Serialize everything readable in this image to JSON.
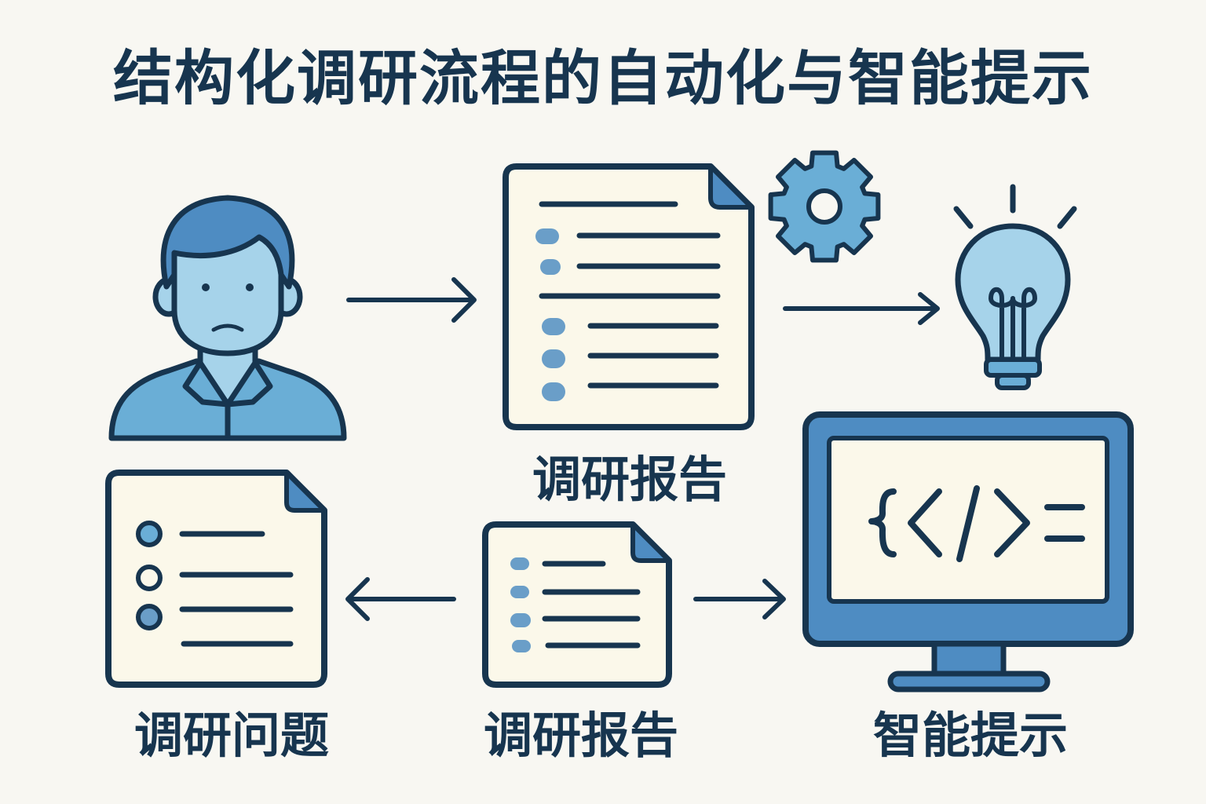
{
  "title": "结构化调研流程的自动化与智能提示",
  "labels": {
    "report_top": "调研报告",
    "question": "调研问题",
    "report_bottom": "调研报告",
    "tips": "智能提示"
  },
  "icons": {
    "user": "user-icon",
    "report_doc": "document-icon",
    "gear": "gear-icon",
    "bulb": "lightbulb-icon",
    "monitor": "monitor-icon",
    "code": "code-icon"
  },
  "colors": {
    "ink": "#17354f",
    "light_blue": "#a6d3ea",
    "mid_blue": "#6aaed6",
    "dark_blue": "#4e8cc2",
    "paper": "#fbf8ea",
    "background": "#f8f7f2"
  }
}
